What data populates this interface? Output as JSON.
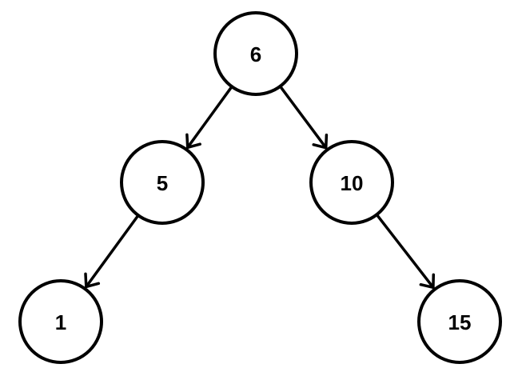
{
  "diagram": {
    "type": "binary-tree",
    "nodes": [
      {
        "id": "n6",
        "label": "6"
      },
      {
        "id": "n5",
        "label": "5"
      },
      {
        "id": "n10",
        "label": "10"
      },
      {
        "id": "n1",
        "label": "1"
      },
      {
        "id": "n15",
        "label": "15"
      }
    ],
    "edges": [
      {
        "from": "n6",
        "to": "n5"
      },
      {
        "from": "n6",
        "to": "n10"
      },
      {
        "from": "n5",
        "to": "n1"
      },
      {
        "from": "n10",
        "to": "n15"
      }
    ],
    "colors": {
      "stroke": "#000000",
      "fill": "#ffffff",
      "text": "#000000"
    }
  }
}
